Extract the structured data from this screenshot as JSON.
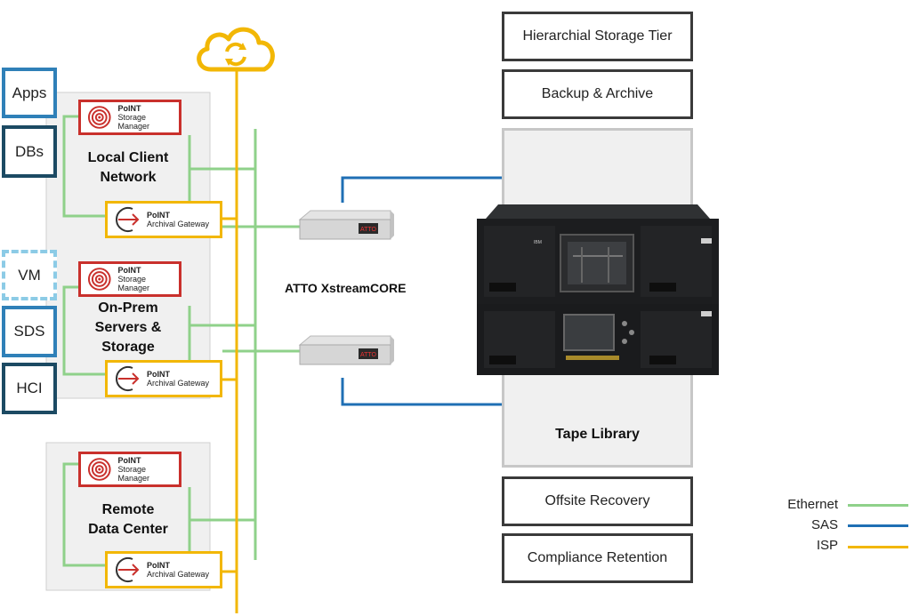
{
  "left_boxes": [
    {
      "label": "Apps"
    },
    {
      "label": "DBs"
    },
    {
      "label": "VM"
    },
    {
      "label": "SDS"
    },
    {
      "label": "HCI"
    }
  ],
  "groups": [
    {
      "label_line1": "Local Client",
      "label_line2": "Network"
    },
    {
      "label_line1": "On-Prem",
      "label_line2": "Servers &",
      "label_line3": "Storage"
    },
    {
      "label_line1": "Remote",
      "label_line2": "Data Center"
    }
  ],
  "storage_manager": {
    "brand": "PoINT",
    "product": "Storage Manager"
  },
  "archival_gateway": {
    "brand": "PoINT",
    "product": "Archival Gateway"
  },
  "atto": {
    "label": "ATTO XstreamCORE",
    "device_tag": "ATTO"
  },
  "tiers_top": [
    "Hierarchial Storage Tier",
    "Backup & Archive"
  ],
  "tape_library": {
    "label": "Tape Library",
    "brand": "IBM"
  },
  "tiers_bottom": [
    "Offsite Recovery",
    "Compliance Retention"
  ],
  "legend": [
    {
      "label": "Ethernet",
      "color": "#8fd18a"
    },
    {
      "label": "SAS",
      "color": "#1f6fb4"
    },
    {
      "label": "ISP",
      "color": "#f2b705"
    }
  ],
  "colors": {
    "ethernet": "#8fd18a",
    "sas": "#1f6fb4",
    "isp": "#f2b705",
    "manager_border": "#c9302c"
  },
  "icons": [
    "cloud-sync-icon",
    "target-icon",
    "gateway-arrow-icon",
    "atto-device-icon",
    "tape-library-icon"
  ]
}
